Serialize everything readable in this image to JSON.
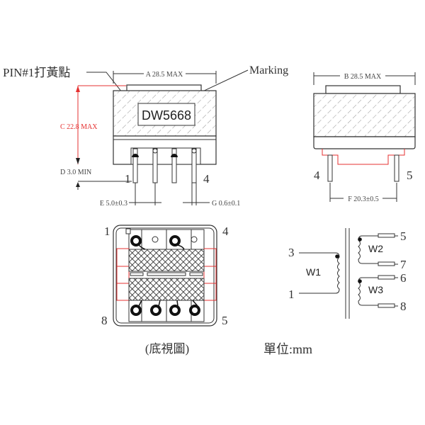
{
  "front_view": {
    "pin1_note": "PIN#1打黃點",
    "marking_note": "Marking",
    "marking_text": "DW5668",
    "width_dim": "A 28.5 MAX",
    "height_dim": "C 22.8 MAX",
    "standoff_dim": "D 3.0 MIN",
    "pitch_dim": "E 5.0±0.3",
    "pin_dia_dim": "G 0.6±0.1",
    "pin_left": "1",
    "pin_right": "4"
  },
  "side_view": {
    "width_dim": "B 28.5 MAX",
    "row_spacing_dim": "F 20.3±0.5",
    "pin_left": "4",
    "pin_right": "5"
  },
  "bottom_view": {
    "caption": "(底視圖)",
    "pins": {
      "top_left": "1",
      "top_right": "4",
      "bottom_left": "8",
      "bottom_right": "5"
    }
  },
  "schematic": {
    "windings": [
      "W1",
      "W2",
      "W3"
    ],
    "pins": {
      "w1_start": "3",
      "w1_end": "1",
      "w2_start": "5",
      "w2_end": "7",
      "w3_start": "6",
      "w3_end": "8"
    }
  },
  "units_note": "單位:mm",
  "colors": {
    "line": "#333333",
    "dimension_red": "#e53030"
  }
}
